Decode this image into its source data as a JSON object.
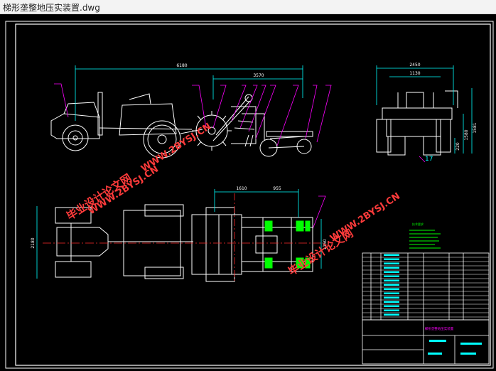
{
  "window": {
    "title": "梯形垄整地压实装置.dwg"
  },
  "drawing": {
    "dims": {
      "total_length": "6180",
      "impl_length": "3570",
      "side_width_top": "2450",
      "side_width_inner": "1130",
      "height_a": "1581",
      "height_b": "1580",
      "height_c": "220",
      "plan_width": "2180",
      "plan_a": "1610",
      "plan_b": "955",
      "plan_side": "1150"
    },
    "labels": {
      "part17": "17"
    },
    "watermarks": {
      "site1": "WWW.2BYSJ.CN",
      "cn1": "毕业设计论文网",
      "site2": "WWW.2BYSJ.CN",
      "site3": "WWW.2BYSJ.CN",
      "cn2": "毕业设计论文网"
    },
    "notes_title": "技术要求",
    "title_block": {
      "name": "梯形垄整地压实装置"
    }
  },
  "colors": {
    "bg": "#000000",
    "line": "#ffffff",
    "dim": "#00ffff",
    "leader": "#ff00ff",
    "center": "#ff2a2a",
    "green": "#00ff00",
    "yellow": "#ffff00"
  }
}
